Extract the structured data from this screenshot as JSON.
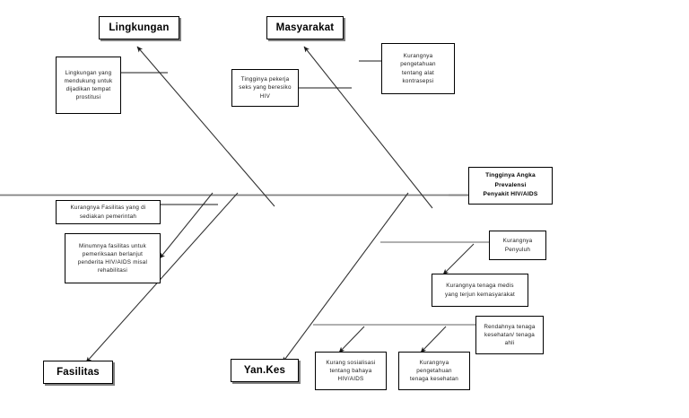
{
  "diagram": {
    "type": "fishbone-ishikawa",
    "effect": {
      "label": "Tingginya Angka\nPrevalensi\nPenyakit HIV/AIDS"
    },
    "categories": [
      {
        "id": "lingkungan",
        "label": "Lingkungan",
        "position": "top-left"
      },
      {
        "id": "masyarakat",
        "label": "Masyarakat",
        "position": "top-right"
      },
      {
        "id": "fasilitas",
        "label": "Fasilitas",
        "position": "bottom-left"
      },
      {
        "id": "yankes",
        "label": "Yan.Kes",
        "position": "bottom-right"
      }
    ],
    "causes": [
      {
        "id": "cause-lingkungan-prostitusi",
        "category": "lingkungan",
        "label": "Lingkungan yang\nmendukung untuk\ndijadikan tempat\nprostitusi"
      },
      {
        "id": "cause-pekerja-seks",
        "category": "masyarakat",
        "label": "Tingginya pekerja\nseks yang beresiko\nHIV"
      },
      {
        "id": "cause-pengetahuan-kontrasepsi",
        "category": "masyarakat",
        "label": "Kurangnya\npengetahuan\ntentang alat\nkontrasepsi"
      },
      {
        "id": "cause-fasilitas-pemerintah",
        "category": "fasilitas",
        "label": "Kurangnya Fasilitas yang di\nsediakan pemerintah"
      },
      {
        "id": "cause-pemeriksaan-berlanjut",
        "category": "fasilitas",
        "label": "Minumnya fasilitas untuk\npemeriksaan berlanjut\npenderita HIV/AIDS misal\nrehabilitasi"
      },
      {
        "id": "cause-penyuluh",
        "category": "yankes",
        "label": "Kurangnya\nPenyuluh"
      },
      {
        "id": "cause-tenaga-medis",
        "category": "yankes",
        "label": "Kurangnya tenaga medis\nyang terjun kemasyarakat"
      },
      {
        "id": "cause-tenaga-kesehatan-ahli",
        "category": "yankes",
        "label": "Rendahnya tenaga\nkesehatan/ tenaga\nahli"
      },
      {
        "id": "cause-sosialisasi-bahaya",
        "category": "yankes",
        "label": "Kurang sosialisasi\ntentang bahaya\nHIV/AIDS"
      },
      {
        "id": "cause-pengetahuan-nakes",
        "category": "yankes",
        "label": "Kurangnya\npengetahuan\ntenaga kesehatan"
      }
    ],
    "colors": {
      "line": "#808080",
      "bone": "#333333",
      "box_border": "#000000",
      "text": "#000000",
      "background": "#ffffff"
    }
  }
}
